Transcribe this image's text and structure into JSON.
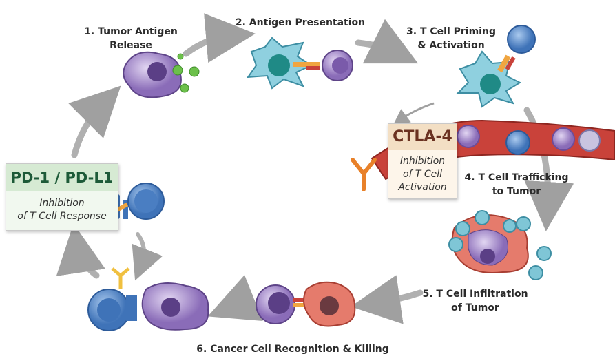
{
  "steps": [
    {
      "line1": "1. Tumor Antigen",
      "line2": "Release"
    },
    {
      "line1": "2. Antigen Presentation",
      "line2": ""
    },
    {
      "line1": "3. T Cell Priming",
      "line2": "& Activation"
    },
    {
      "line1": "4. T Cell Trafficking",
      "line2": "to Tumor"
    },
    {
      "line1": "5. T Cell Infiltration",
      "line2": "of Tumor"
    },
    {
      "line1": "6. Cancer Cell Recognition & Killing",
      "line2": ""
    }
  ],
  "checkpoints": {
    "pd1": {
      "title": "PD-1 / PD-L1",
      "line1": "Inhibition",
      "line2": "of T Cell Response"
    },
    "ctla4": {
      "title": "CTLA-4",
      "line1": "Inhibition",
      "line2": "of T Cell",
      "line3": "Activation"
    }
  },
  "colors": {
    "t_cell": "#5b8fd0",
    "tumor_cell": "#a58fc8",
    "dendritic_cell": "#7fc6d6",
    "killed_tumor": "#e57b6c",
    "vessel": "#c9423a",
    "antibody": "#f0a540",
    "arrow": "#a8a8a8"
  }
}
